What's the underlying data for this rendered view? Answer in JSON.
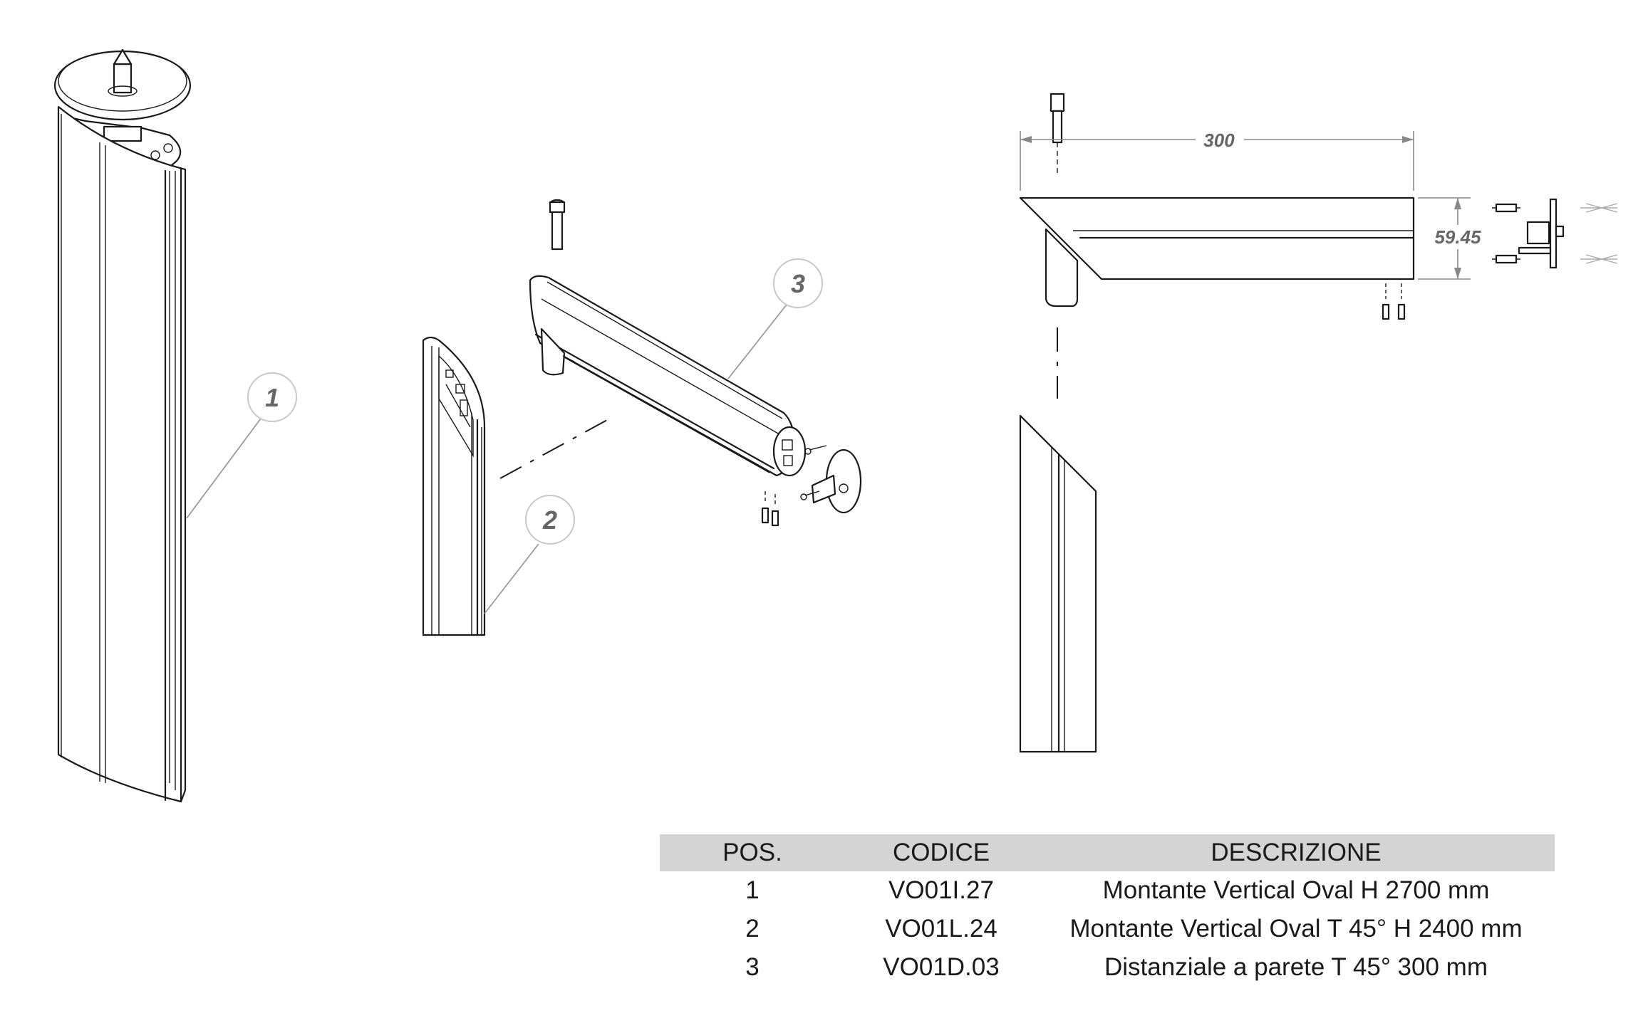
{
  "callouts": [
    {
      "id": "callout-1",
      "label": "1"
    },
    {
      "id": "callout-2",
      "label": "2"
    },
    {
      "id": "callout-3",
      "label": "3"
    }
  ],
  "dimensions": {
    "width": "300",
    "height": "59.45"
  },
  "table": {
    "headers": [
      "POS.",
      "CODICE",
      "DESCRIZIONE"
    ],
    "rows": [
      {
        "pos": "1",
        "code": "VO01I.27",
        "description": "Montante Vertical Oval H 2700 mm"
      },
      {
        "pos": "2",
        "code": "VO01L.24",
        "description": "Montante Vertical Oval T 45° H 2400 mm"
      },
      {
        "pos": "3",
        "code": "VO01D.03",
        "description": "Distanziale a parete T 45° 300 mm"
      }
    ]
  },
  "colors": {
    "line": "#1a1a1a",
    "header_bg": "#d4d4d4",
    "callout_text": "#666666"
  }
}
